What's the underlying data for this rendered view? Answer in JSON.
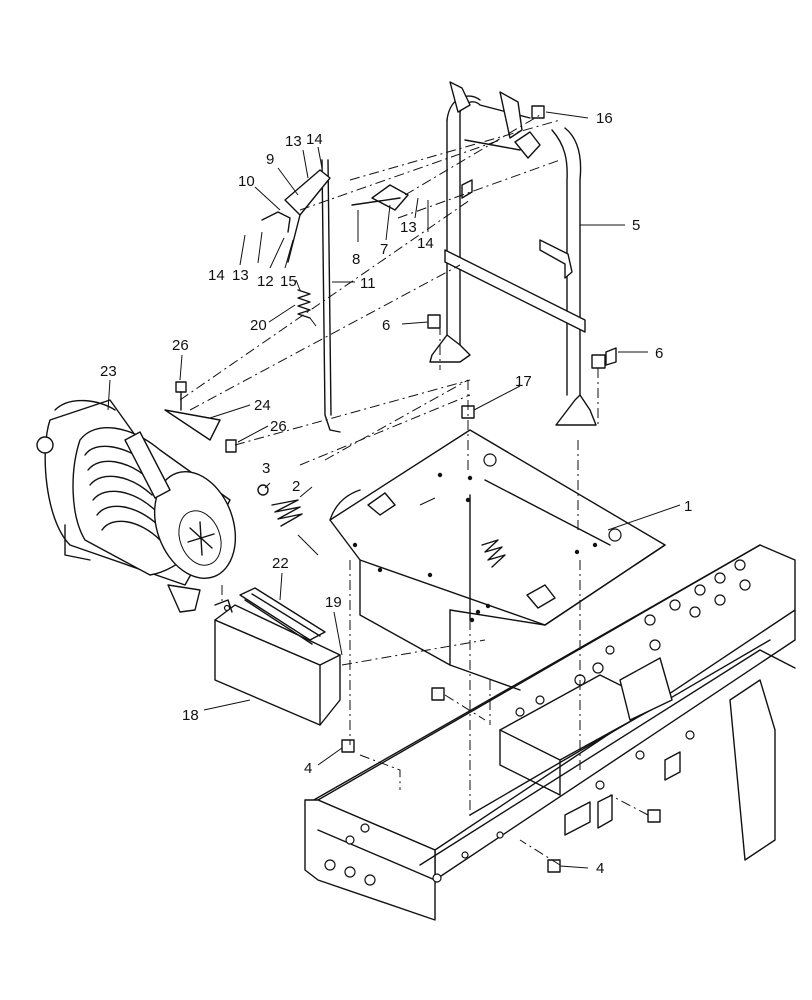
{
  "diagram": {
    "callouts": [
      {
        "id": "1",
        "label": "1"
      },
      {
        "id": "2",
        "label": "2"
      },
      {
        "id": "3",
        "label": "3"
      },
      {
        "id": "4a",
        "label": "4"
      },
      {
        "id": "4b",
        "label": "4"
      },
      {
        "id": "5",
        "label": "5"
      },
      {
        "id": "6a",
        "label": "6"
      },
      {
        "id": "6b",
        "label": "6"
      },
      {
        "id": "7",
        "label": "7"
      },
      {
        "id": "8",
        "label": "8"
      },
      {
        "id": "9",
        "label": "9"
      },
      {
        "id": "10",
        "label": "10"
      },
      {
        "id": "11",
        "label": "11"
      },
      {
        "id": "12",
        "label": "12"
      },
      {
        "id": "13a",
        "label": "13"
      },
      {
        "id": "13b",
        "label": "13"
      },
      {
        "id": "13c",
        "label": "13"
      },
      {
        "id": "14a",
        "label": "14"
      },
      {
        "id": "14b",
        "label": "14"
      },
      {
        "id": "14c",
        "label": "14"
      },
      {
        "id": "15",
        "label": "15"
      },
      {
        "id": "16",
        "label": "16"
      },
      {
        "id": "17",
        "label": "17"
      },
      {
        "id": "18",
        "label": "18"
      },
      {
        "id": "19",
        "label": "19"
      },
      {
        "id": "20",
        "label": "20"
      },
      {
        "id": "22",
        "label": "22"
      },
      {
        "id": "23",
        "label": "23"
      },
      {
        "id": "24",
        "label": "24"
      },
      {
        "id": "26a",
        "label": "26"
      },
      {
        "id": "26b",
        "label": "26"
      }
    ]
  }
}
